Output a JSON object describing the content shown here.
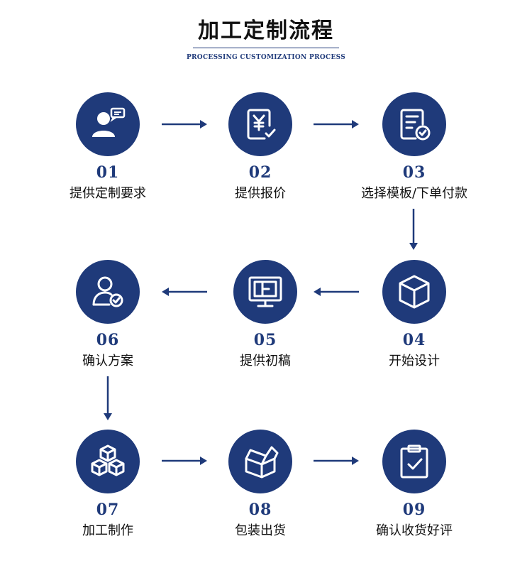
{
  "header": {
    "title": "加工定制流程",
    "subtitle": "PROCESSING CUSTOMIZATION PROCESS"
  },
  "colors": {
    "primary": "#1f3a7a",
    "text": "#111111",
    "background": "#ffffff"
  },
  "steps": [
    {
      "number": "01",
      "label": "提供定制要求",
      "icon": "customer-service-icon"
    },
    {
      "number": "02",
      "label": "提供报价",
      "icon": "yuan-quote-icon"
    },
    {
      "number": "03",
      "label": "选择模板/下单付款",
      "icon": "document-check-icon"
    },
    {
      "number": "04",
      "label": "开始设计",
      "icon": "cube-icon"
    },
    {
      "number": "05",
      "label": "提供初稿",
      "icon": "monitor-draft-icon"
    },
    {
      "number": "06",
      "label": "确认方案",
      "icon": "user-check-icon"
    },
    {
      "number": "07",
      "label": "加工制作",
      "icon": "stacked-boxes-icon"
    },
    {
      "number": "08",
      "label": "包装出货",
      "icon": "open-box-icon"
    },
    {
      "number": "09",
      "label": "确认收货好评",
      "icon": "clipboard-check-icon"
    }
  ]
}
